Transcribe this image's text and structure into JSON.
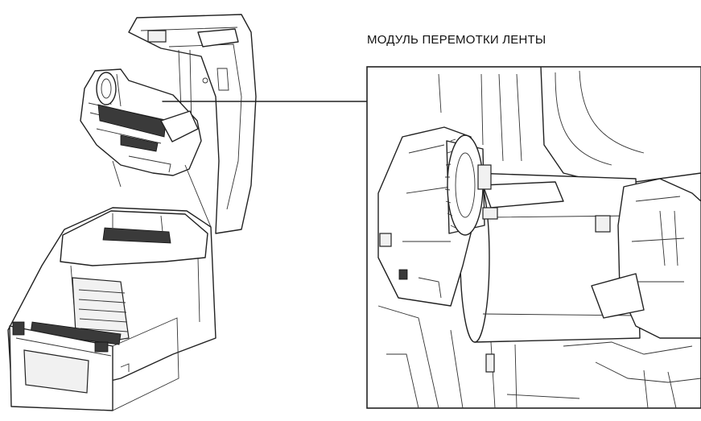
{
  "callout": {
    "label": "МОДУЛЬ ПЕРЕМОТКИ ЛЕНТЫ"
  },
  "colors": {
    "line": "#222222",
    "background": "#ffffff",
    "dark_part": "#3a3a3a"
  },
  "icons": [
    "printer-illustration",
    "ribbon-rewind-module-detail"
  ]
}
